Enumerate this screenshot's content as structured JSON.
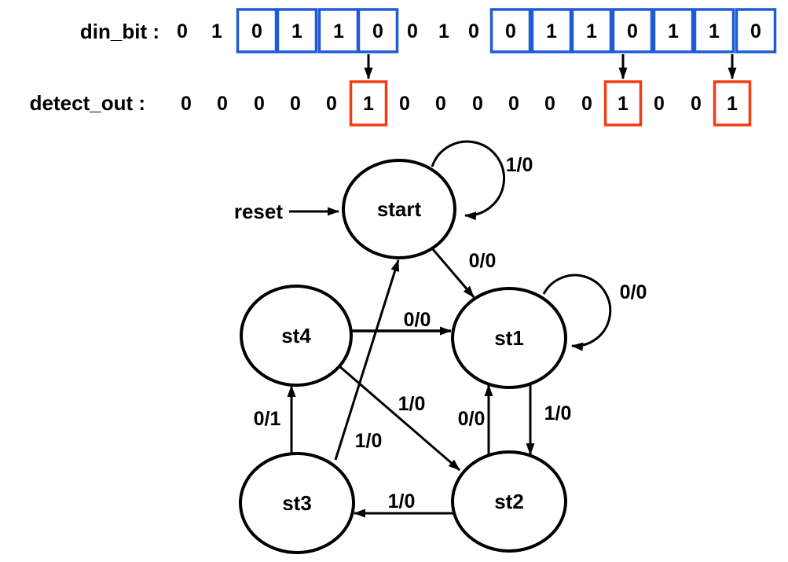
{
  "colors": {
    "background": "#ffffff",
    "ink": "#000000",
    "box_blue": "#1f5bd5",
    "box_red": "#f23d14"
  },
  "signals": {
    "din": {
      "label": "din_bit :",
      "bits": [
        "0",
        "1",
        "0",
        "1",
        "1",
        "0",
        "0",
        "1",
        "0",
        "0",
        "1",
        "1",
        "0",
        "1",
        "1",
        "0"
      ],
      "boxed_columns": [
        2,
        3,
        4,
        5,
        9,
        10,
        11,
        12,
        13,
        14,
        15
      ]
    },
    "detect": {
      "label": "detect_out :",
      "bits": [
        "0",
        "0",
        "0",
        "0",
        "0",
        "1",
        "0",
        "0",
        "0",
        "0",
        "0",
        "0",
        "1",
        "0",
        "0",
        "1"
      ],
      "boxed_columns": [
        5,
        12,
        15
      ]
    }
  },
  "detect_arrows_columns": [
    5,
    12,
    15
  ],
  "fsm": {
    "reset_label": "reset",
    "states": [
      {
        "name": "start"
      },
      {
        "name": "st1"
      },
      {
        "name": "st2"
      },
      {
        "name": "st3"
      },
      {
        "name": "st4"
      }
    ],
    "transitions": [
      {
        "from": "start",
        "to": "start",
        "label": "1/0"
      },
      {
        "from": "start",
        "to": "st1",
        "label": "0/0"
      },
      {
        "from": "st1",
        "to": "st1",
        "label": "0/0"
      },
      {
        "from": "st1",
        "to": "st2",
        "label": "1/0"
      },
      {
        "from": "st2",
        "to": "st1",
        "label": "0/0"
      },
      {
        "from": "st2",
        "to": "st3",
        "label": "1/0"
      },
      {
        "from": "st3",
        "to": "st4",
        "label": "0/1"
      },
      {
        "from": "st3",
        "to": "start",
        "label": "1/0"
      },
      {
        "from": "st4",
        "to": "st1",
        "label": "0/0"
      },
      {
        "from": "st4",
        "to": "st2",
        "label": "1/0"
      }
    ]
  }
}
